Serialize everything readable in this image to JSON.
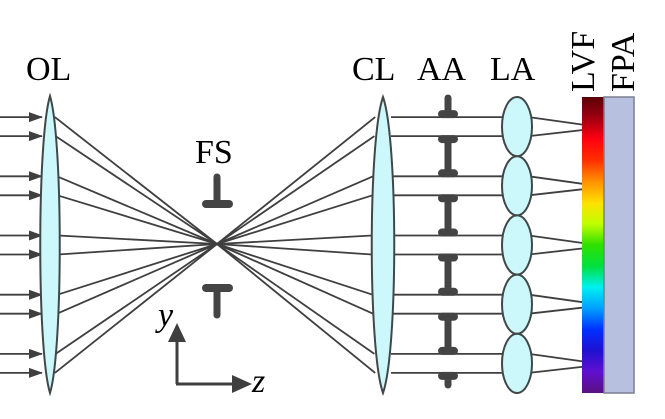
{
  "figure": {
    "labels": {
      "objective_lens": "OL",
      "field_stop": "FS",
      "collimating_lens": "CL",
      "aperture_array": "AA",
      "lenslet_array": "LA",
      "linear_variable_filter": "LVF",
      "focal_plane_array": "FPA"
    },
    "axes": {
      "vertical": "y",
      "horizontal": "z"
    },
    "incoming_ray_count": 10,
    "lenslet_count": 5,
    "lvf_spectrum_colors": [
      "#5a0008",
      "#a00010",
      "#ff0010",
      "#ff3000",
      "#ff9000",
      "#ffe000",
      "#c0ff00",
      "#30e000",
      "#00e040",
      "#00f0f0",
      "#00a0ff",
      "#0030ff",
      "#2010d0",
      "#6010d0",
      "#5a1080"
    ],
    "colors": {
      "lens_fill": "#ccf7fb",
      "lens_stroke": "#404848",
      "ray": "#3f3f3f",
      "stop": "#444444",
      "fpa_fill": "#b8c0e0",
      "fpa_stroke": "#7a7e90"
    }
  }
}
